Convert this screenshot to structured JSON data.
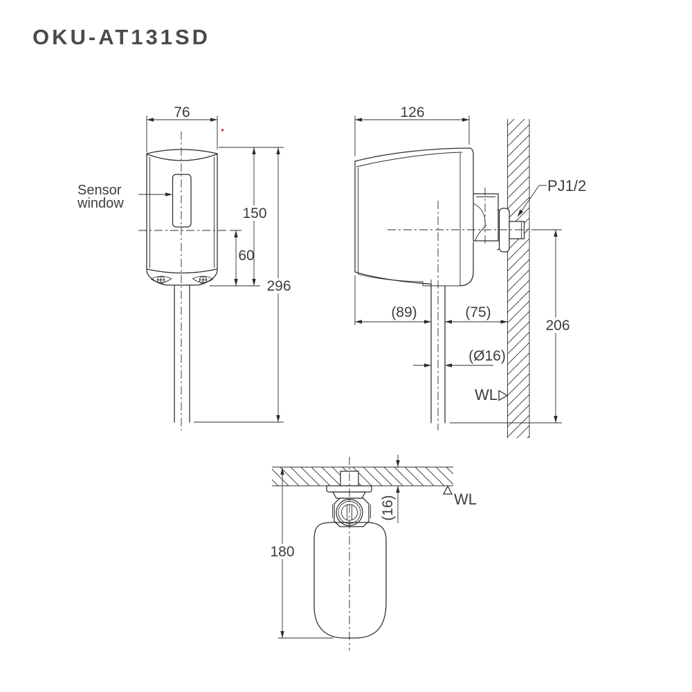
{
  "title": "OKU-AT131SD",
  "colors": {
    "line": "#2b2b2b",
    "text": "#3c3c3c",
    "red_mark": "#cf3b30"
  },
  "front_view": {
    "dim_width": "76",
    "dim_height": "150",
    "dim_outlet_offset": "60",
    "dim_total_height": "296",
    "sensor_label_line1": "Sensor",
    "sensor_label_line2": "window"
  },
  "side_view": {
    "dim_depth": "126",
    "dim_body_projection": "(89)",
    "dim_pipe_to_wall": "(75)",
    "dim_pipe_diameter": "(Ø16)",
    "dim_inlet_height": "206",
    "thread_label": "PJ1/2",
    "water_line_label": "WL"
  },
  "top_view": {
    "dim_projection": "180",
    "dim_wall_thickness": "(16)",
    "water_line_label": "WL"
  }
}
